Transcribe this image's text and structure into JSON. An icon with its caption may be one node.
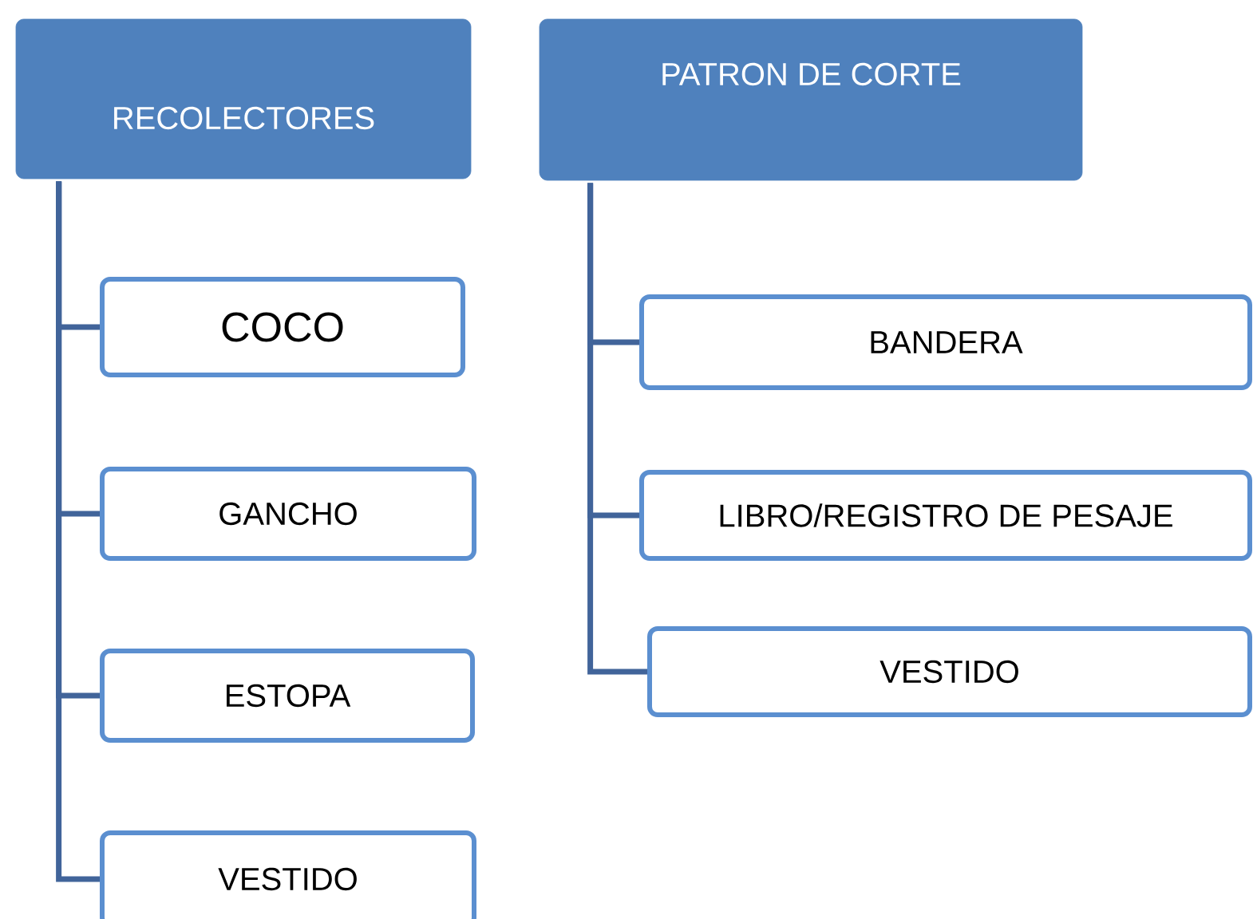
{
  "diagram": {
    "nodes": [
      {
        "text": [
          "RECOLECTORES"
        ]
      },
      {
        "text": [
          "COCO"
        ]
      },
      {
        "text": [
          "GANCHO"
        ]
      },
      {
        "text": [
          "ESTOPA"
        ]
      },
      {
        "text": [
          "VESTIDO"
        ]
      },
      {
        "text": [
          "PATRON DE CORTE"
        ]
      },
      {
        "text": [
          "BANDERA"
        ]
      },
      {
        "text": [
          "LIBRO/REGISTRO DE PESAJE"
        ]
      },
      {
        "text": [
          "VESTIDO"
        ]
      }
    ],
    "edges": [
      {
        "from": 0,
        "to": 1,
        "arrow": "none"
      },
      {
        "from": 0,
        "to": 2,
        "arrow": "none"
      },
      {
        "from": 0,
        "to": 3,
        "arrow": "none"
      },
      {
        "from": 0,
        "to": 4,
        "arrow": "none"
      },
      {
        "from": 5,
        "to": 6,
        "arrow": "none"
      },
      {
        "from": 5,
        "to": 7,
        "arrow": "none"
      },
      {
        "from": 5,
        "to": 8,
        "arrow": "none"
      }
    ]
  }
}
